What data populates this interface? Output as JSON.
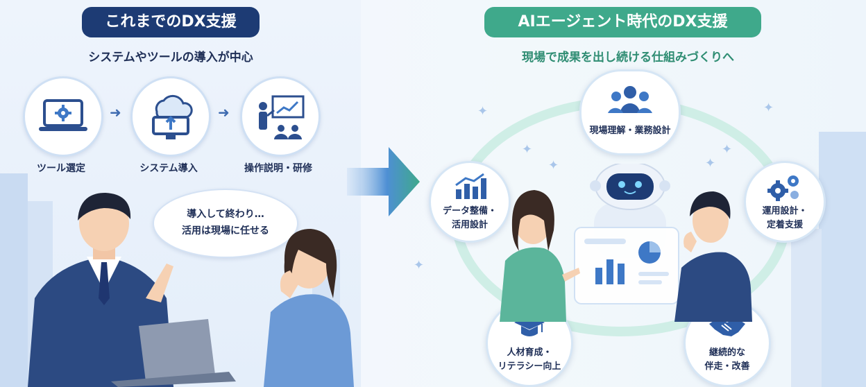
{
  "left": {
    "title": "これまでのDX支援",
    "subtitle": "システムやツールの導入が中心",
    "steps": [
      {
        "label": "ツール選定",
        "icon": "laptop-gear-icon"
      },
      {
        "label": "システム導入",
        "icon": "cloud-upload-monitor-icon"
      },
      {
        "label": "操作説明・研修",
        "icon": "presentation-icon"
      }
    ],
    "bubble_line1": "導入して終わり…",
    "bubble_line2": "活用は現場に任せる"
  },
  "right": {
    "title": "AIエージェント時代のDX支援",
    "subtitle": "現場で成果を出し続ける仕組みづくりへ",
    "nodes": {
      "top": {
        "label": "現場理解・業務設計",
        "icon": "team-icon"
      },
      "left": {
        "line1": "データ整備・",
        "line2": "活用設計",
        "icon": "growth-chart-icon"
      },
      "right": {
        "line1": "運用設計・",
        "line2": "定着支援",
        "icon": "gears-icon"
      },
      "bottom_left": {
        "line1": "人材育成・",
        "line2": "リテラシー向上",
        "icon": "graduation-cap-icon"
      },
      "bottom_right": {
        "line1": "継続的な",
        "line2": "伴走・改善",
        "icon": "handshake-icon"
      }
    }
  },
  "colors": {
    "navy": "#1d3b74",
    "teal": "#3fa98b",
    "accent_blue": "#3e6bb0"
  }
}
